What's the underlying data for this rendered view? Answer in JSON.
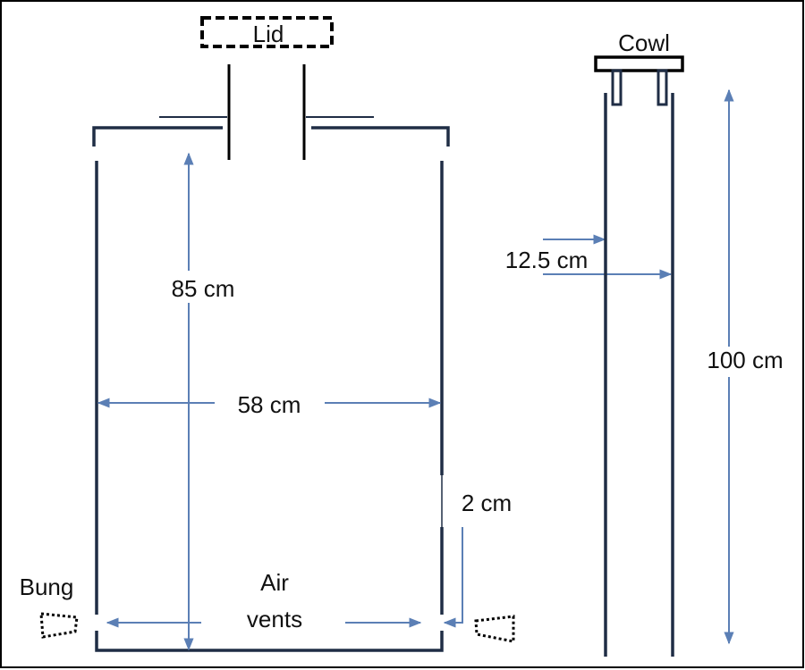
{
  "labels": {
    "lid": "Lid",
    "cowl": "Cowl",
    "height_container": "85 cm",
    "width_container": "58 cm",
    "vent_gap": "2 cm",
    "bung": "Bung",
    "air_vents_line1": "Air",
    "air_vents_line2": "vents",
    "pipe_diameter": "12.5 cm",
    "pipe_height": "100 cm"
  },
  "colors": {
    "structure": "#1f2d45",
    "dimension": "#5b7fb5",
    "outline": "#000000"
  }
}
